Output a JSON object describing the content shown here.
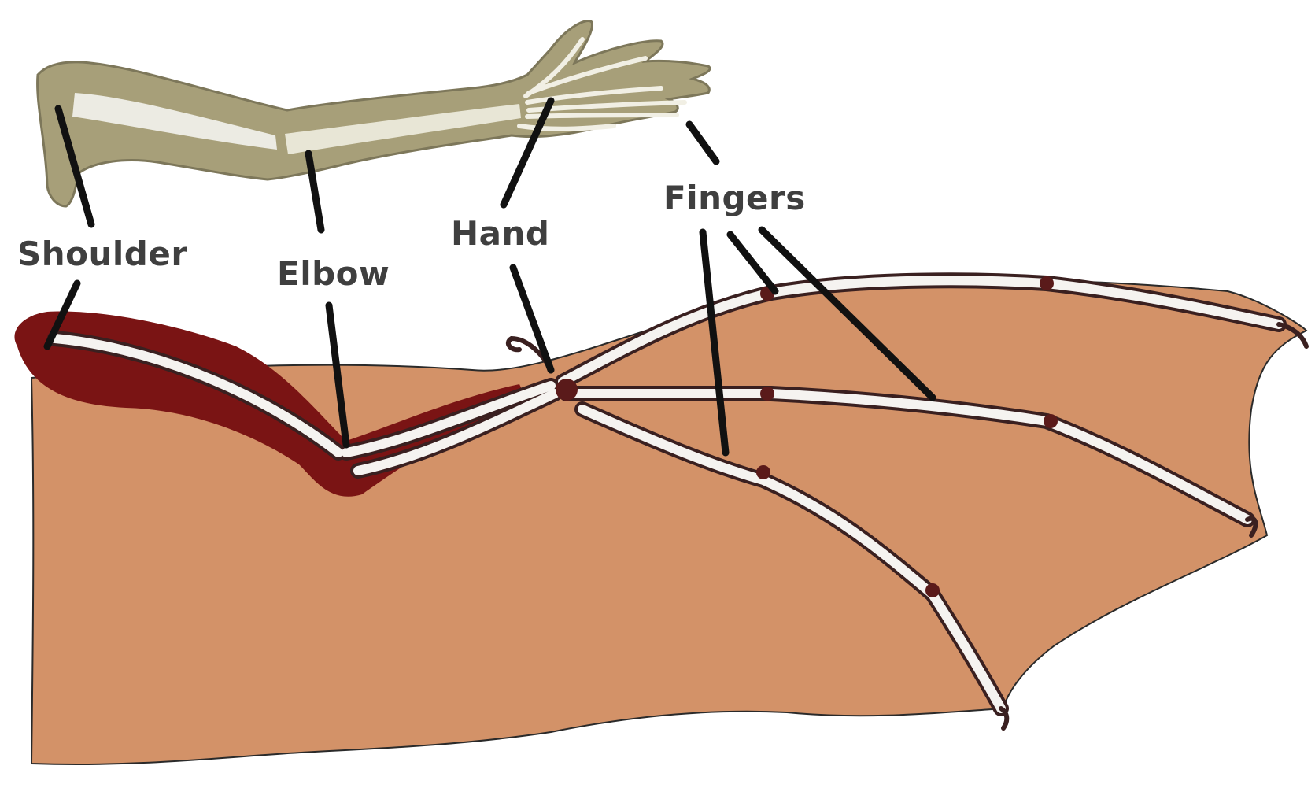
{
  "labels": {
    "shoulder": "Shoulder",
    "elbow": "Elbow",
    "hand": "Hand",
    "fingers": "Fingers"
  },
  "colors": {
    "background": "#ffffff",
    "human_arm_skin": "#a79f79",
    "human_bone": "#ecebe3",
    "wing_membrane": "#d39268",
    "muscle": "#7a1414",
    "bat_bone": "#f5f3f0",
    "leader_line": "#111111",
    "label_text": "#3f3f3f"
  }
}
